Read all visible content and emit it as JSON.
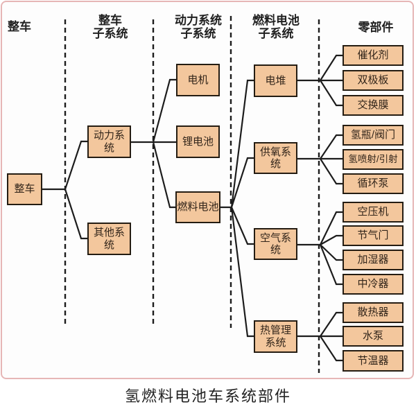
{
  "title": "氢燃料电池车系统部件",
  "headers": [
    {
      "label": "整车"
    },
    {
      "label": "整车\n子系统"
    },
    {
      "label": "动力系统\n子系统"
    },
    {
      "label": "燃料电池\n子系统"
    },
    {
      "label": "零部件"
    }
  ],
  "tree": {
    "vehicle": {
      "label": "整车"
    },
    "vehicle_subsystems": [
      {
        "label": "动力系统"
      },
      {
        "label": "其他系统"
      }
    ],
    "power_subsystems": [
      {
        "label": "电机"
      },
      {
        "label": "锂电池"
      },
      {
        "label": "燃料电池"
      }
    ],
    "fuel_cell_subsystems": [
      {
        "label": "电堆"
      },
      {
        "label": "供氧系统"
      },
      {
        "label": "空气系统"
      },
      {
        "label": "热管理\n系统"
      }
    ],
    "components": {
      "stack": [
        {
          "label": "催化剂"
        },
        {
          "label": "双极板"
        },
        {
          "label": "交换膜"
        }
      ],
      "oxygen_supply": [
        {
          "label": "氢瓶/阀门"
        },
        {
          "label": "氢喷射/引射"
        },
        {
          "label": "循环泵"
        }
      ],
      "air": [
        {
          "label": "空压机"
        },
        {
          "label": "节气门"
        },
        {
          "label": "加湿器"
        },
        {
          "label": "中冷器"
        }
      ],
      "thermal": [
        {
          "label": "散热器"
        },
        {
          "label": "水泵"
        },
        {
          "label": "节温器"
        }
      ]
    }
  },
  "colors": {
    "node_fill": "#f3c79d",
    "node_border": "#241c12",
    "line": "#1c1c1c",
    "panel_border": "#e6b6b6"
  }
}
